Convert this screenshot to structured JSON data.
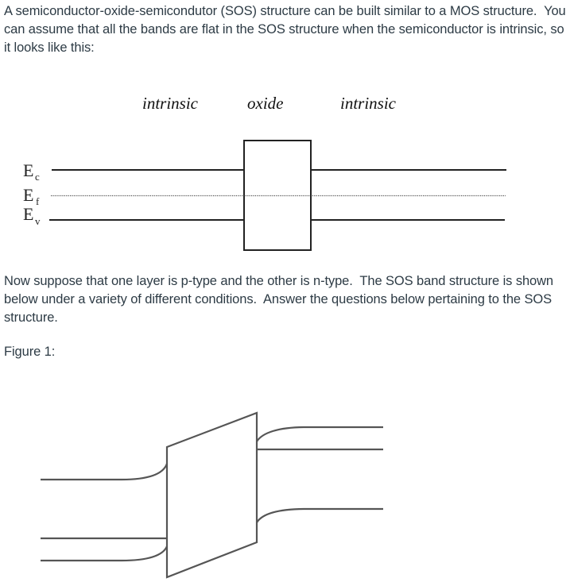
{
  "intro_text": "A semiconductor-oxide-semicondutor (SOS) structure can be built similar to a MOS structure.  You can assume that all the bands are flat in the SOS structure when the semiconductor is intrinsic, so it looks like this:",
  "diagram1": {
    "labels": {
      "left_region": "intrinsic",
      "middle_region": "oxide",
      "right_region": "intrinsic"
    },
    "band_labels": {
      "conduction": {
        "main": "E",
        "sub": "c"
      },
      "fermi": {
        "main": "E",
        "sub": "f"
      },
      "valence": {
        "main": "E",
        "sub": "v"
      }
    },
    "line_color": "#222222",
    "fermi_line_style": "dotted"
  },
  "followup_text": "Now suppose that one layer is p-type and the other is n-type.  The SOS band structure is shown below under a variety of different conditions.  Answer the questions below pertaining to the SOS structure.",
  "figure_label": "Figure 1:",
  "figure1": {
    "description": "Band diagram with tilted oxide parallelogram; left bands bend upward toward oxide, right bands bend downward toward oxide",
    "line_color": "#555555"
  }
}
